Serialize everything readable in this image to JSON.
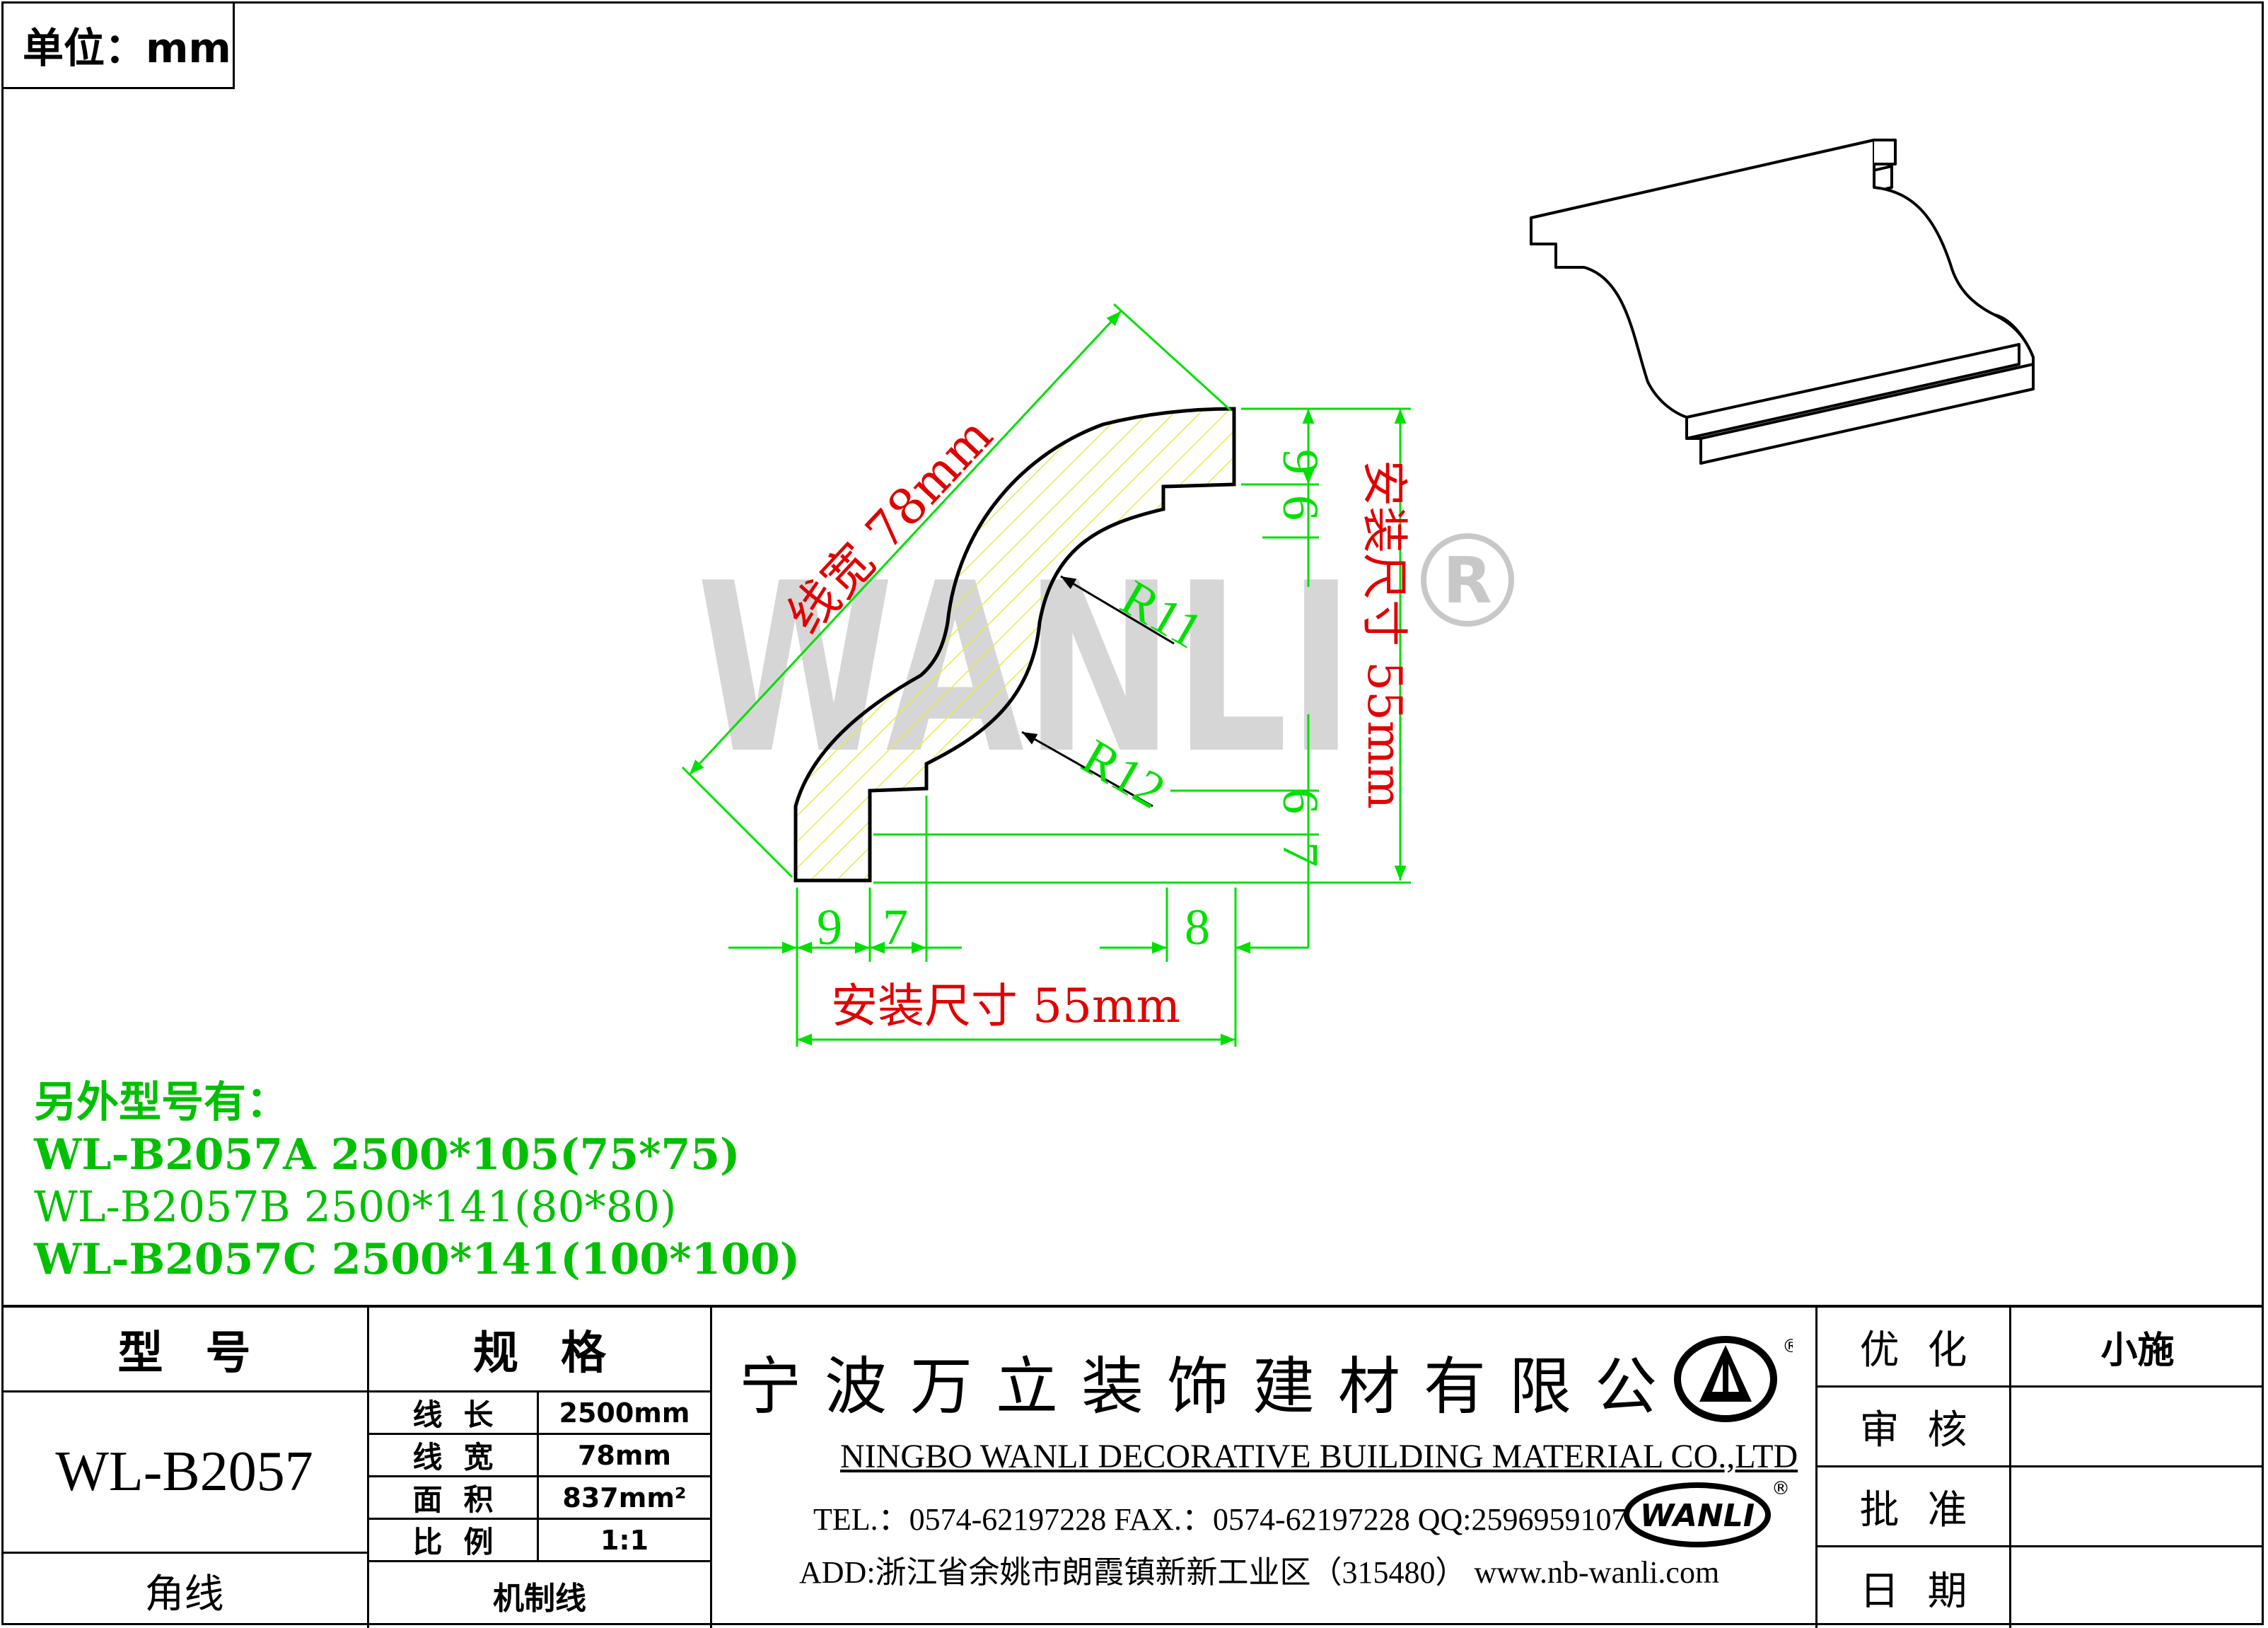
{
  "unit_label": "单位：mm",
  "drawing": {
    "watermark": "WANLI",
    "registered_mark": "®",
    "overall_width_label": "线宽 78mm",
    "install_size_vertical": "安装尺寸 55mm",
    "install_size_horizontal": "安装尺寸 55mm",
    "radius_1": "R11",
    "radius_2": "R12",
    "dims_right": [
      "9",
      "6",
      "6",
      "7"
    ],
    "dims_bottom": [
      "9",
      "7",
      "8"
    ]
  },
  "variants": {
    "title": "另外型号有：",
    "items": [
      "WL-B2057A 2500*105(75*75)",
      "WL-B2057B 2500*141(80*80)",
      "WL-B2057C 2500*141(100*100)"
    ]
  },
  "title_block": {
    "model_header": "型号",
    "spec_header": "规格",
    "model": "WL-B2057",
    "category": "角线",
    "spec_rows": [
      {
        "label": "线长",
        "value": "2500mm"
      },
      {
        "label": "线宽",
        "value": "78mm"
      },
      {
        "label": "面积",
        "value": "837mm²"
      },
      {
        "label": "比例",
        "value": "1:1"
      }
    ],
    "process": "机制线",
    "company_cn": "宁波万立装饰建材有限公司",
    "company_en": "NINGBO WANLI DECORATIVE BUILDING MATERIAL CO.,LTD",
    "contact": "TEL.：0574-62197228   FAX.：0574-62197228   QQ:2596959107",
    "address": "ADD:浙江省余姚市朗霞镇新新工业区（315480） www.nb-wanli.com",
    "logo_text": "WANLI",
    "logo_small": "wanli",
    "registered": "®",
    "approvals": [
      {
        "label": "优化",
        "value": "小施"
      },
      {
        "label": "审核",
        "value": ""
      },
      {
        "label": "批准",
        "value": ""
      },
      {
        "label": "日期",
        "value": ""
      }
    ]
  },
  "colors": {
    "dimension": "#00e000",
    "label_red": "#e00000",
    "hatch": "#e8e860",
    "watermark": "#c8c8c8"
  }
}
